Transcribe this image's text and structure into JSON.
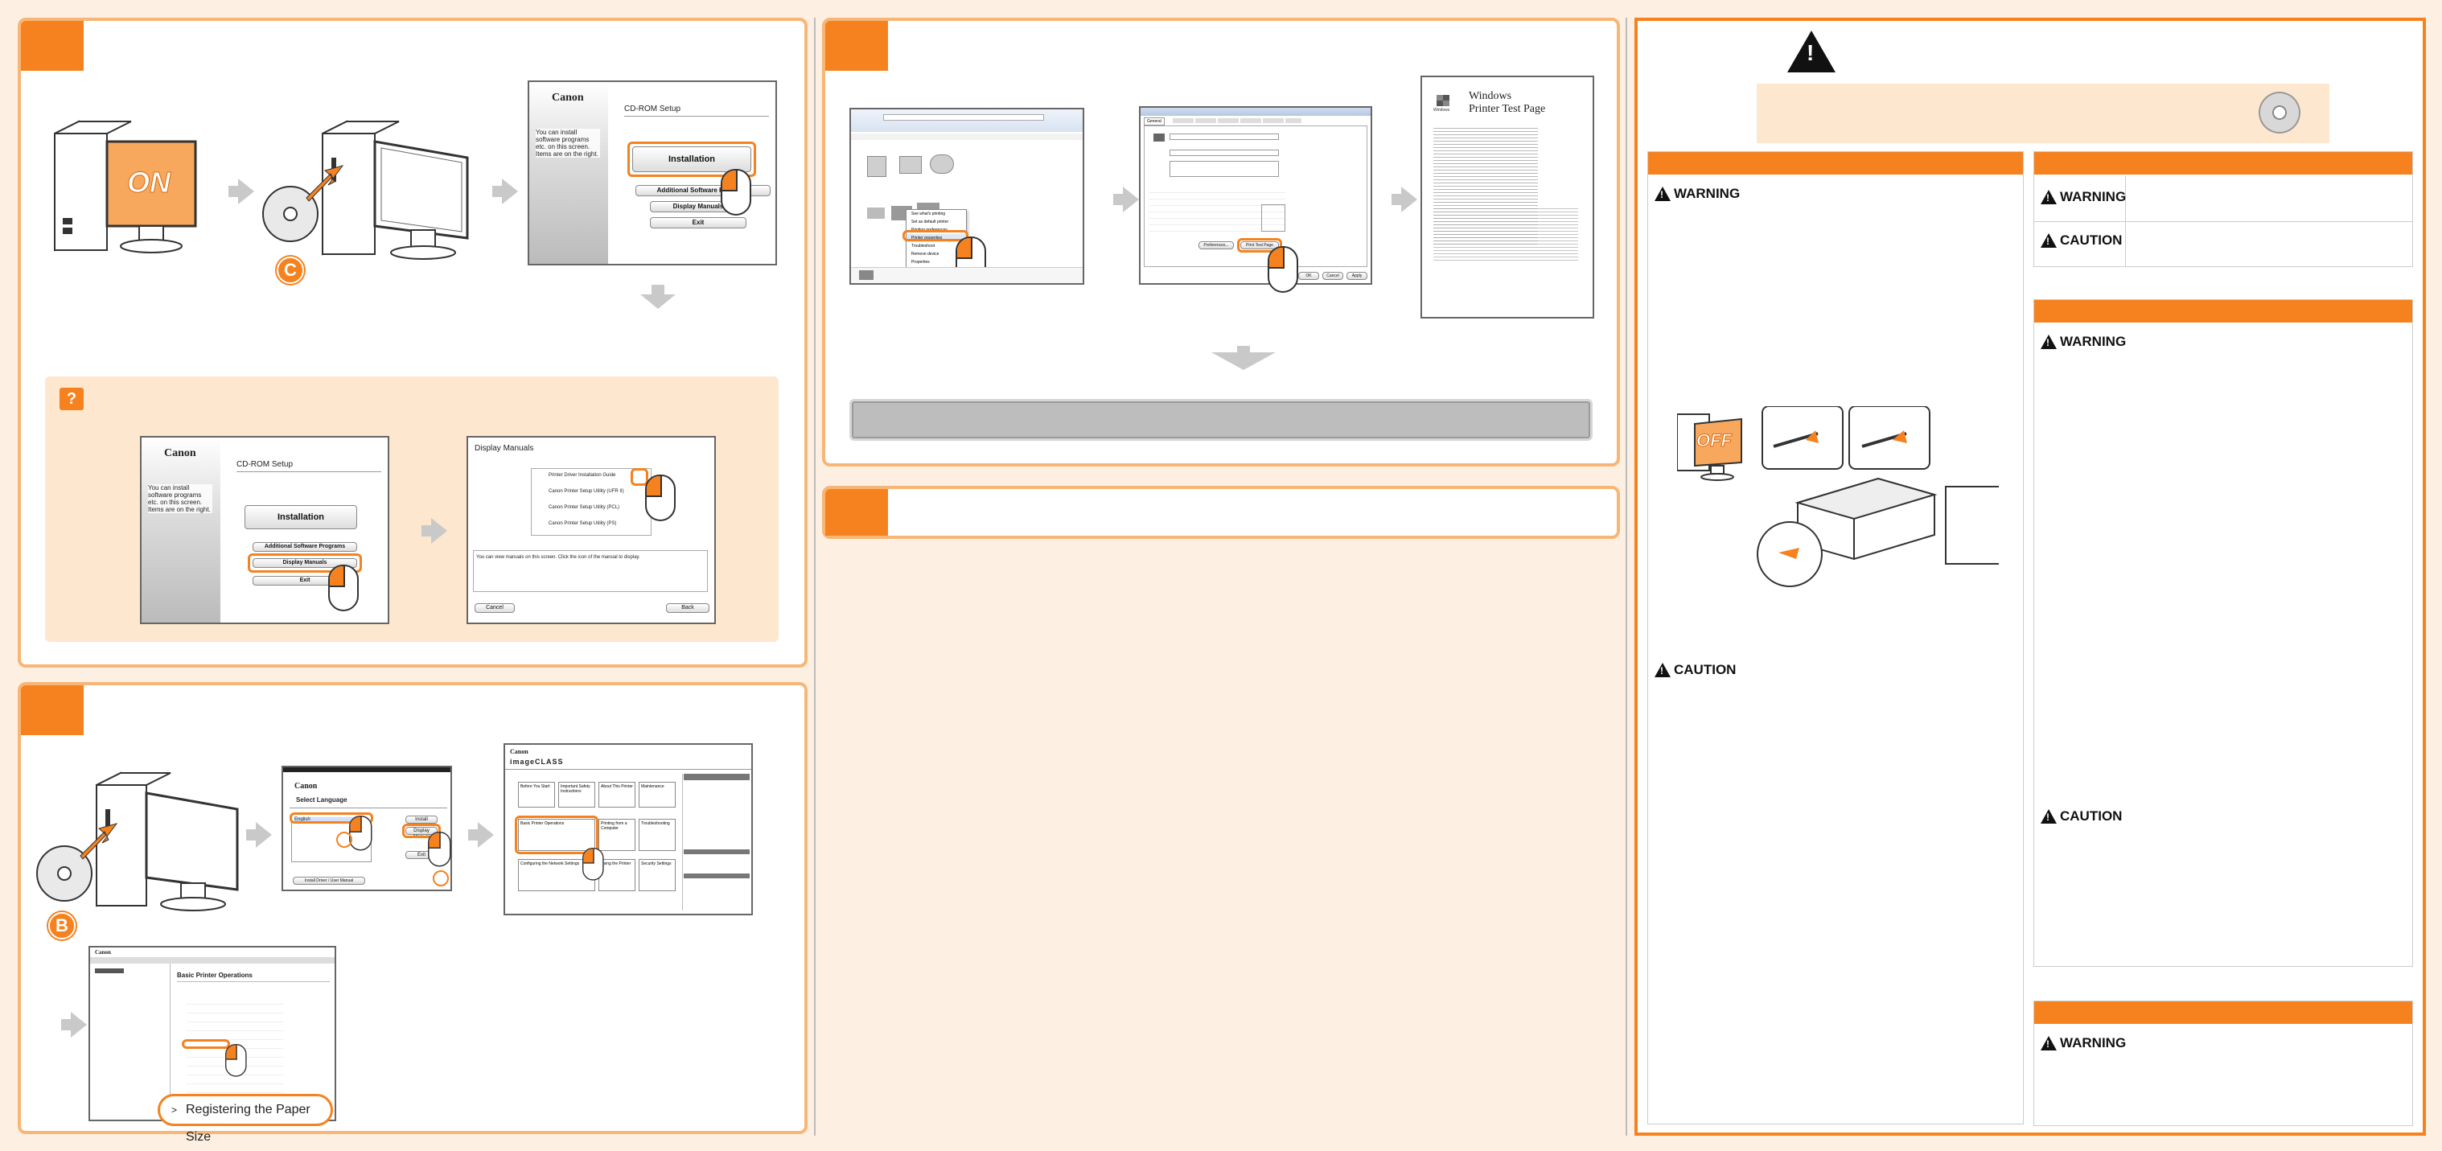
{
  "colors": {
    "accent": "#f5821f",
    "border": "#f7b676",
    "background": "#fdf0e2",
    "note_bg": "#fde7cf"
  },
  "step1": {
    "power_label": "ON",
    "disc_badge": "C",
    "cdrom": {
      "brand": "Canon",
      "title": "CD-ROM Setup",
      "desc": "You can install software programs etc. on this screen. Items are on the right.",
      "buttons": [
        "Installation",
        "Additional Software Programs",
        "Display Manuals",
        "Exit"
      ]
    },
    "help": {
      "icon": "?",
      "cdrom": {
        "brand": "Canon",
        "title": "CD-ROM Setup",
        "desc": "You can install software programs etc. on this screen. Items are on the right.",
        "buttons": [
          "Installation",
          "Additional Software Programs",
          "Display Manuals",
          "Exit"
        ]
      },
      "manuals": {
        "title": "Display Manuals",
        "items": [
          "Printer Driver Installation Guide",
          "Canon Printer Setup Utility (UFR II)",
          "Canon Printer Setup Utility (PCL)",
          "Canon Printer Setup Utility (PS)"
        ],
        "desc": "You can view manuals on this screen. Click the icon of the manual to display.",
        "cancel": "Cancel",
        "back": "Back"
      }
    }
  },
  "step2": {
    "disc_badge": "B",
    "lang_dialog": {
      "brand": "Canon",
      "title": "Select Language",
      "selected": "English",
      "buttons": [
        "Install",
        "Display Manual",
        "Exit",
        "Install Driver / User Manual"
      ]
    },
    "manual": {
      "brand": "Canon",
      "product": "imageCLASS",
      "tiles": [
        "Before You Start",
        "Important Safety Instructions",
        "About This Printer",
        "Maintenance",
        "Basic Printer Operations",
        "Printing from a Computer",
        "Troubleshooting",
        "Using the Printer",
        "Configuring the Network Settings",
        "Security Settings"
      ]
    },
    "manual_page": {
      "brand": "Canon",
      "title": "Basic Printer Operations",
      "callout": "Registering the Paper Size"
    }
  },
  "step3": {
    "test_page": {
      "brand": "Windows",
      "title_line1": "Windows",
      "title_line2": "Printer Test Page"
    },
    "control_panel": {
      "menu": [
        "See what's printing",
        "Set as default printer",
        "Printing preferences",
        "Printer properties",
        "Troubleshoot",
        "Remove device",
        "Properties"
      ]
    },
    "props": {
      "tab_general": "General",
      "button_prefs": "Preferences...",
      "button_test": "Print Test Page",
      "ok": "OK",
      "cancel": "Cancel",
      "apply": "Apply"
    }
  },
  "right": {
    "warning_label": "WARNING",
    "caution_label": "CAUTION",
    "off_label": "OFF"
  }
}
